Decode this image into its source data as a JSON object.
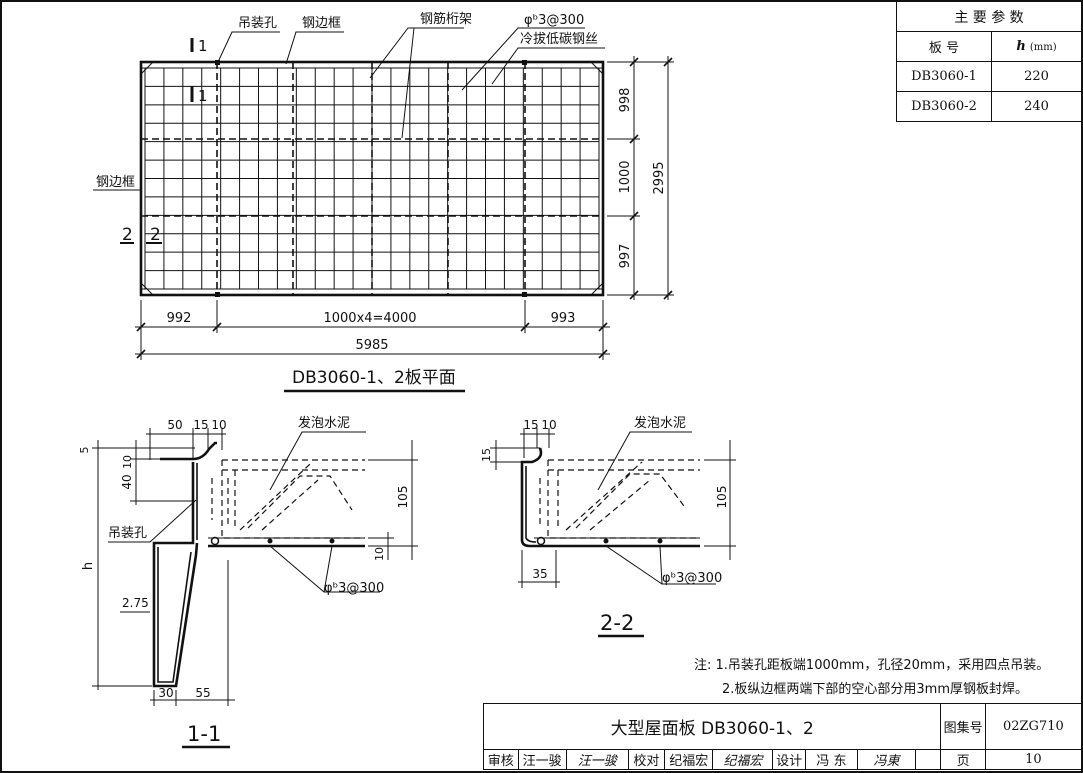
{
  "plan": {
    "title": "DB3060-1、2板平面",
    "labels": {
      "lift_hole": "吊装孔",
      "steel_frame_top": "钢边框",
      "steel_frame_left": "钢边框",
      "truss": "钢筋桁架",
      "rebar_spec": "φᵇ3@300",
      "cold_wire": "冷拔低碳钢丝"
    },
    "section_marks": {
      "s1": "1",
      "s2": "2"
    },
    "dims_horizontal": {
      "left": "992",
      "middle": "1000x4=4000",
      "right": "993",
      "total": "5985"
    },
    "dims_vertical": {
      "top": "998",
      "middle": "1000",
      "bottom": "997",
      "total": "2995"
    }
  },
  "section_1_1": {
    "title": "1-1",
    "foam": "发泡水泥",
    "lift_hole": "吊装孔",
    "rebar": "φᵇ3@300",
    "dims": {
      "w50": "50",
      "w15": "15",
      "w10": "10",
      "v5": "5",
      "v10": "10",
      "v40": "40",
      "h": "h",
      "t275": "2.75",
      "v105": "105",
      "v10b": "10",
      "b30": "30",
      "b55": "55"
    }
  },
  "section_2_2": {
    "title": "2-2",
    "foam": "发泡水泥",
    "rebar": "φᵇ3@300",
    "dims": {
      "w15": "15",
      "w10": "10",
      "v15": "15",
      "v105": "105",
      "b35": "35"
    }
  },
  "param_table": {
    "title": "主 要 参 数",
    "col1": "板 号",
    "col2_symbol": "h",
    "col2_unit": "(mm)",
    "rows": [
      {
        "id": "DB3060-1",
        "h": "220"
      },
      {
        "id": "DB3060-2",
        "h": "240"
      }
    ]
  },
  "notes": {
    "label": "注:",
    "n1": "1.吊装孔距板端1000mm，孔径20mm，采用四点吊装。",
    "n2": "2.板纵边框两端下部的空心部分用3mm厚钢板封焊。"
  },
  "title_block": {
    "title": "大型屋面板 DB3060-1、2",
    "atlas_label": "图集号",
    "atlas_no": "02ZG710",
    "review_label": "审核",
    "reviewer": "汪一骏",
    "reviewer_sig": "汪一骏",
    "check_label": "校对",
    "checker": "纪福宏",
    "checker_sig": "纪福宏",
    "design_label": "设计",
    "designer": "冯 东",
    "designer_sig": "冯東",
    "page_label": "页",
    "page_no": "10"
  }
}
